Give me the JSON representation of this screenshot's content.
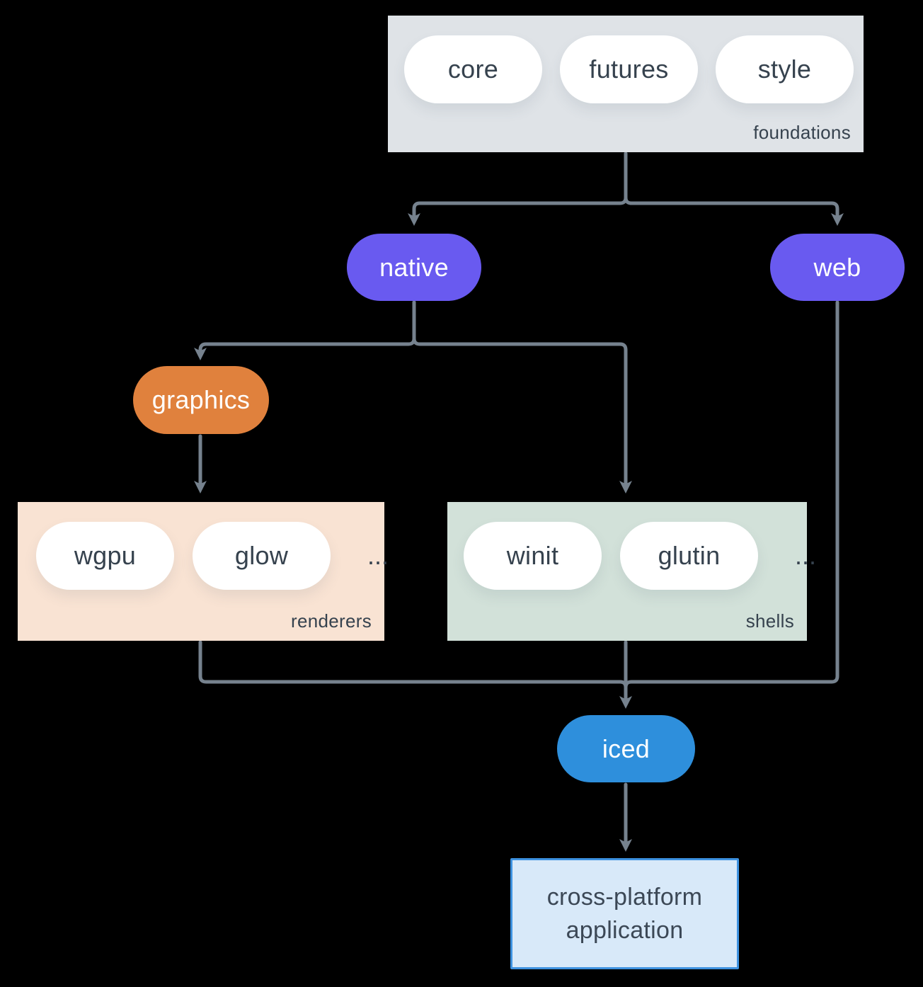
{
  "diagram": {
    "foundations": {
      "label": "foundations",
      "items": [
        {
          "label": "core"
        },
        {
          "label": "futures"
        },
        {
          "label": "style"
        }
      ]
    },
    "native": {
      "label": "native"
    },
    "web": {
      "label": "web"
    },
    "graphics": {
      "label": "graphics"
    },
    "renderers": {
      "label": "renderers",
      "items": [
        {
          "label": "wgpu"
        },
        {
          "label": "glow"
        }
      ],
      "ellipsis": "..."
    },
    "shells": {
      "label": "shells",
      "items": [
        {
          "label": "winit"
        },
        {
          "label": "glutin"
        }
      ],
      "ellipsis": "..."
    },
    "iced": {
      "label": "iced"
    },
    "application": {
      "line1": "cross-platform",
      "line2": "application"
    }
  },
  "colors": {
    "background": "#000000",
    "connector": "#76828e",
    "node_text_dark": "#36424e",
    "purple_node": "#695af0",
    "orange_node": "#e0813d",
    "blue_node": "#2e8fdc",
    "foundations_bg": "#dfe3e7",
    "foundations_border": "#7e8e9d",
    "renderers_bg": "#f9e3d3",
    "renderers_border": "#e6883f",
    "shells_bg": "#d2e1d9",
    "shells_border": "#2f7f6c",
    "application_bg": "#d8e9f9",
    "application_border": "#3e92e0"
  }
}
